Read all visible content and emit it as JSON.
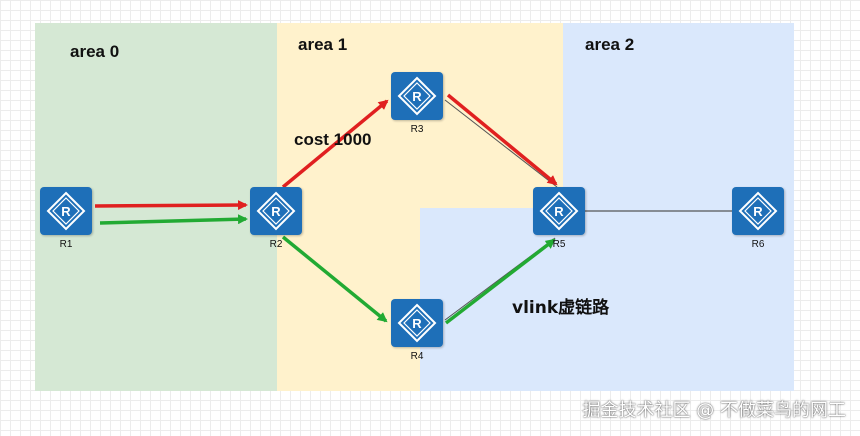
{
  "areas": [
    {
      "label": "area 0",
      "color": "#d5e8d4"
    },
    {
      "label": "area 1",
      "color": "#fff2cc"
    },
    {
      "label": "area 2",
      "color": "#dae8fc"
    }
  ],
  "annotations": {
    "cost": "cost 1000",
    "vlink": "vlink虚链路"
  },
  "routers": [
    {
      "label": "R1",
      "icon": "router-icon"
    },
    {
      "label": "R2",
      "icon": "router-icon"
    },
    {
      "label": "R3",
      "icon": "router-icon"
    },
    {
      "label": "R4",
      "icon": "router-icon"
    },
    {
      "label": "R5",
      "icon": "router-icon"
    },
    {
      "label": "R6",
      "icon": "router-icon"
    }
  ],
  "path_colors": {
    "red_path": "#e02020",
    "green_path": "#22aa33",
    "link": "#555555",
    "router_fill": "#1e6fb8"
  },
  "watermark": "掘金技术社区 @ 不做菜鸟的网工"
}
